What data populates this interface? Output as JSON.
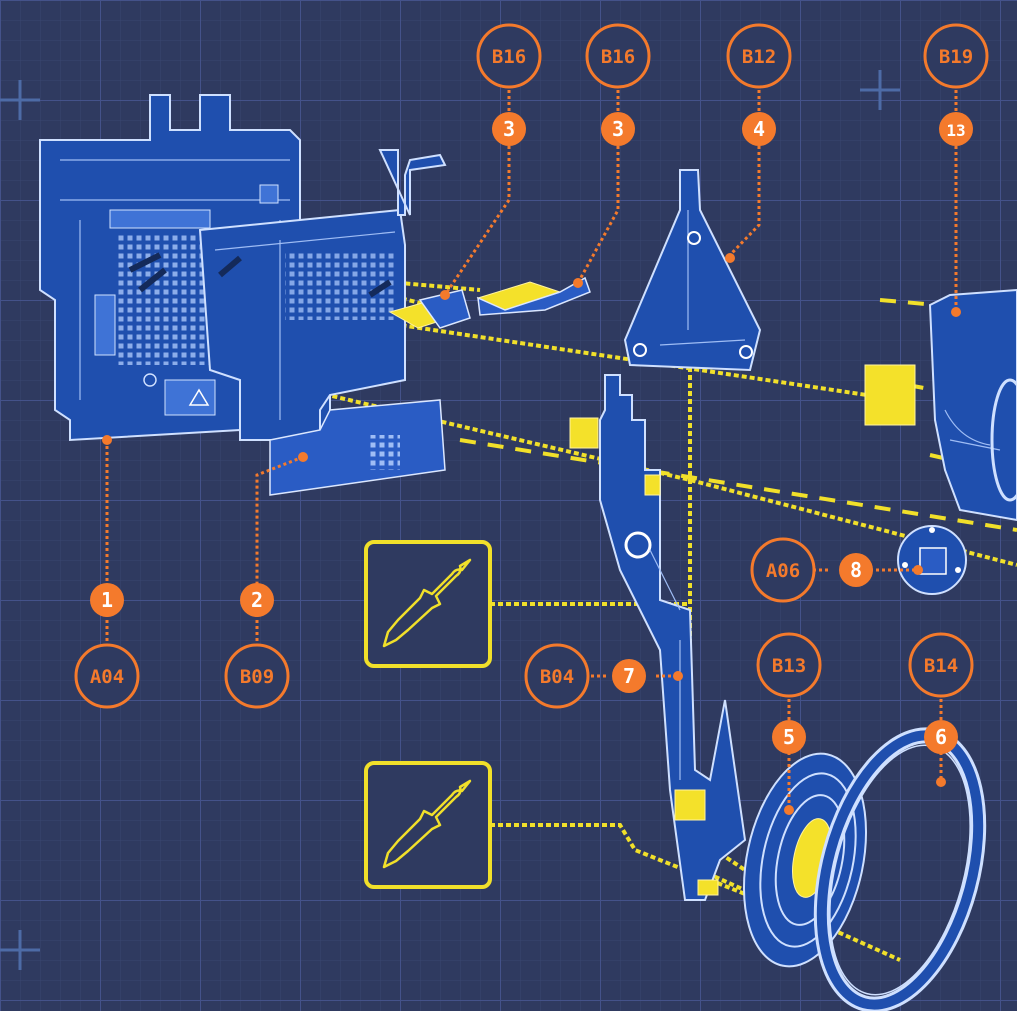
{
  "callouts": [
    {
      "number": "1",
      "code": "A04"
    },
    {
      "number": "2",
      "code": "B09"
    },
    {
      "number": "3",
      "code": "B16"
    },
    {
      "number": "3",
      "code": "B16"
    },
    {
      "number": "4",
      "code": "B12"
    },
    {
      "number": "13",
      "code": "B19"
    },
    {
      "number": "8",
      "code": "A06"
    },
    {
      "number": "7",
      "code": "B04"
    },
    {
      "number": "5",
      "code": "B13"
    },
    {
      "number": "6",
      "code": "B14"
    }
  ],
  "tool_icons": [
    "soldering-iron-icon",
    "soldering-iron-icon"
  ],
  "colors": {
    "background": "#2f3a60",
    "grid": "#3f4d7a",
    "part": "#1f4fae",
    "accent_orange": "#f47a2c",
    "accent_yellow": "#f1e02a"
  }
}
